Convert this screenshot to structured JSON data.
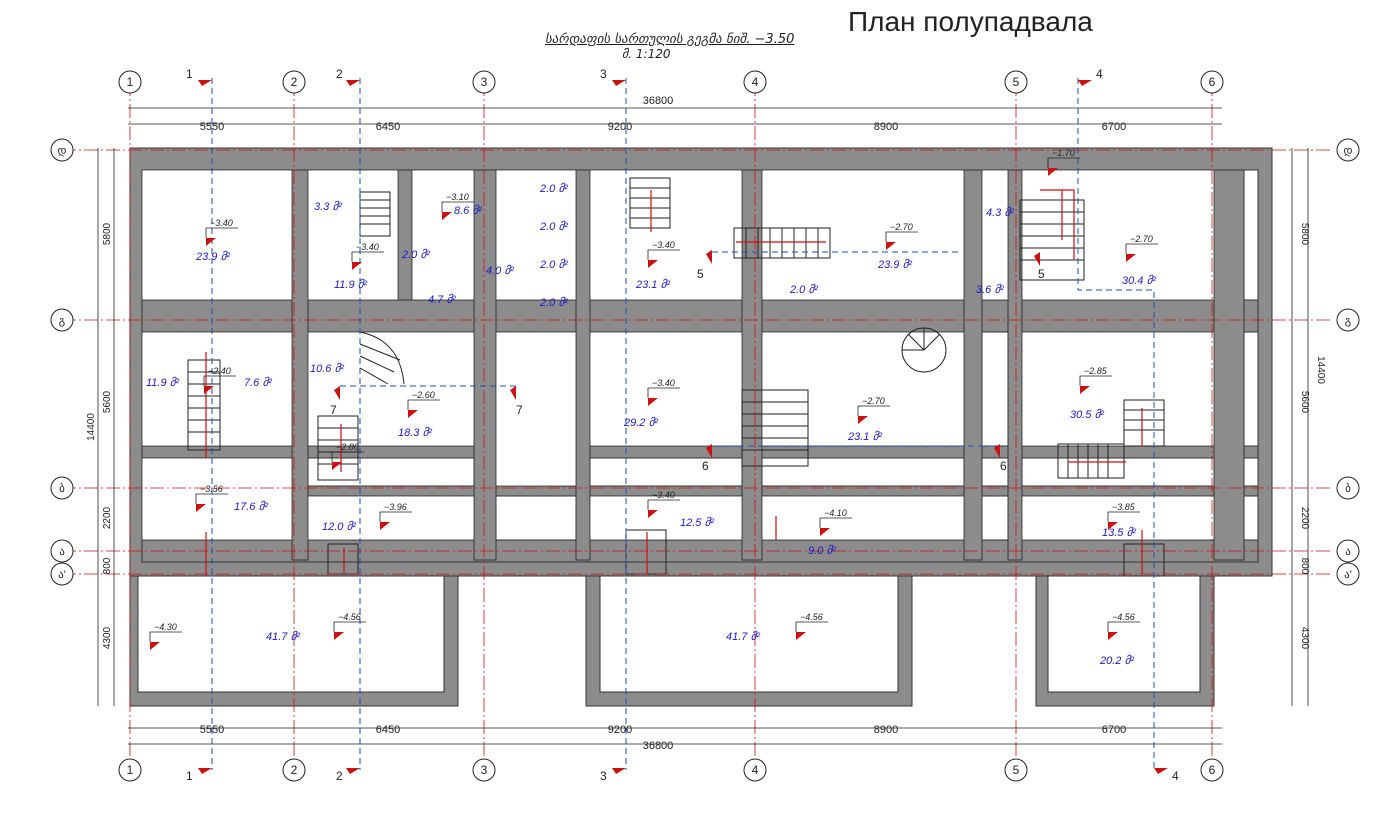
{
  "header": {
    "title": "План полупадвала",
    "subtitle": "სარდაფის სართულის გეგმა ნიშ. −3.50",
    "scale": "მ. 1:120"
  },
  "axes": {
    "vertical": [
      "1",
      "2",
      "3",
      "4",
      "5",
      "6"
    ],
    "horizontal": [
      "დ",
      "გ",
      "ბ",
      "ა",
      "ა'"
    ]
  },
  "dimensions": {
    "total": "36800",
    "spans": [
      "5550",
      "6450",
      "9200",
      "8900",
      "6700"
    ],
    "left": {
      "total": "14400",
      "parts": [
        "5800",
        "5600",
        "2200",
        "800",
        "4300"
      ]
    },
    "right": {
      "total": "14400",
      "parts": [
        "5800",
        "5600",
        "2200",
        "800",
        "4300"
      ]
    }
  },
  "sections": [
    "1",
    "2",
    "3",
    "4",
    "5",
    "6",
    "7"
  ],
  "rooms": [
    {
      "area": "23.9 მ²",
      "level": "−3.40"
    },
    {
      "area": "3.3 მ²"
    },
    {
      "area": "11.9 მ²",
      "level": "−3.40"
    },
    {
      "area": "2.0 მ²"
    },
    {
      "area": "8.6 მ²",
      "level": "−3.10"
    },
    {
      "area": "4.0 მ²"
    },
    {
      "area": "4.7 მ²"
    },
    {
      "area": "2.0 მ²"
    },
    {
      "area": "2.0 მ²"
    },
    {
      "area": "2.0 მ²"
    },
    {
      "area": "2.0 მ²"
    },
    {
      "area": "23.1 მ²",
      "level": "−3.40"
    },
    {
      "area": "23.9 მ²",
      "level": "−2.70"
    },
    {
      "area": "2.0 მ²"
    },
    {
      "area": "4.3 მ²"
    },
    {
      "area": "3.6 მ²"
    },
    {
      "area": "30.4 მ²",
      "level": "−2.70"
    },
    {
      "area": "11.9 მ²",
      "level": "−2.40"
    },
    {
      "area": "7.6 მ²"
    },
    {
      "area": "10.6 მ²"
    },
    {
      "area": "18.3 მ²",
      "level": "−2.60"
    },
    {
      "area": "29.2 მ²",
      "level": "−3.40"
    },
    {
      "area": "23.1 მ²",
      "level": "−2.70"
    },
    {
      "area": "30.5 მ²",
      "level": "−2.85"
    },
    {
      "area": "17.6 მ²",
      "level": "−3.56"
    },
    {
      "area": "12.0 მ²",
      "level": "−3.96"
    },
    {
      "area": "12.5 მ²",
      "level": "−3.40"
    },
    {
      "area": "9.0 მ²",
      "level": "−4.10"
    },
    {
      "area": "13.5 მ²",
      "level": "−3.85"
    },
    {
      "area": "41.7 მ²",
      "level": "−4.56"
    },
    {
      "area": "41.7 მ²",
      "level": "−4.56"
    },
    {
      "area": "20.2 მ²",
      "level": "−4.56"
    }
  ],
  "levels_extra": [
    "−4.30",
    "−2.80",
    "−1.70"
  ],
  "colors": {
    "wall": "#8c8c8c",
    "axis": "#cc1111",
    "dim": "#222222",
    "label": "#1a1acc",
    "section": "#1a4fb3"
  }
}
